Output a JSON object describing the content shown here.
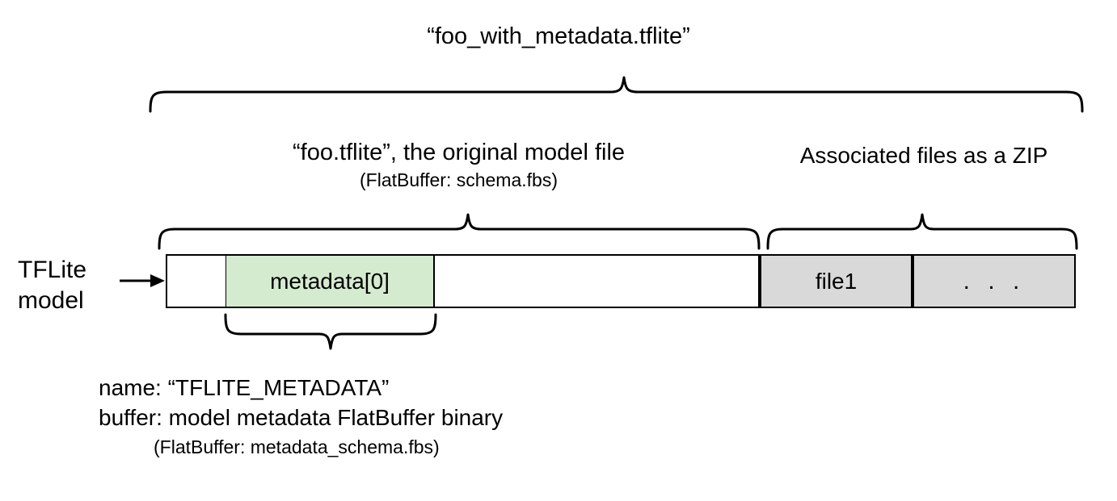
{
  "diagram": {
    "title": "“foo_with_metadata.tflite”",
    "left_caption": {
      "main": "“foo.tflite”, the original model file",
      "sub": "(FlatBuffer: schema.fbs)"
    },
    "right_caption": "Associated files as a ZIP",
    "model_label_line1": "TFLite",
    "model_label_line2": "model",
    "arrow_icon": "right-arrow-icon",
    "segments": [
      {
        "id": "pad-left",
        "label": "",
        "fill": "#ffffff"
      },
      {
        "id": "metadata",
        "label": "metadata[0]",
        "fill": "#d4ebd0"
      },
      {
        "id": "pad-right",
        "label": "",
        "fill": "#ffffff"
      },
      {
        "id": "file1",
        "label": "file1",
        "fill": "#d9d9d9"
      },
      {
        "id": "more",
        "label": ". . .",
        "fill": "#d9d9d9"
      }
    ],
    "metadata_note": {
      "name_line": "name: “TFLITE_METADATA”",
      "buffer_line": "buffer: model metadata FlatBuffer binary",
      "schema_line": "(FlatBuffer: metadata_schema.fbs)"
    },
    "braces": [
      {
        "id": "brace-whole-file",
        "direction": "up"
      },
      {
        "id": "brace-original-model",
        "direction": "up"
      },
      {
        "id": "brace-zip-files",
        "direction": "up"
      },
      {
        "id": "brace-metadata-entry",
        "direction": "down"
      }
    ],
    "colors": {
      "metadata_fill": "#d4ebd0",
      "zip_fill": "#d9d9d9",
      "stroke": "#000000",
      "background": "#ffffff"
    }
  }
}
